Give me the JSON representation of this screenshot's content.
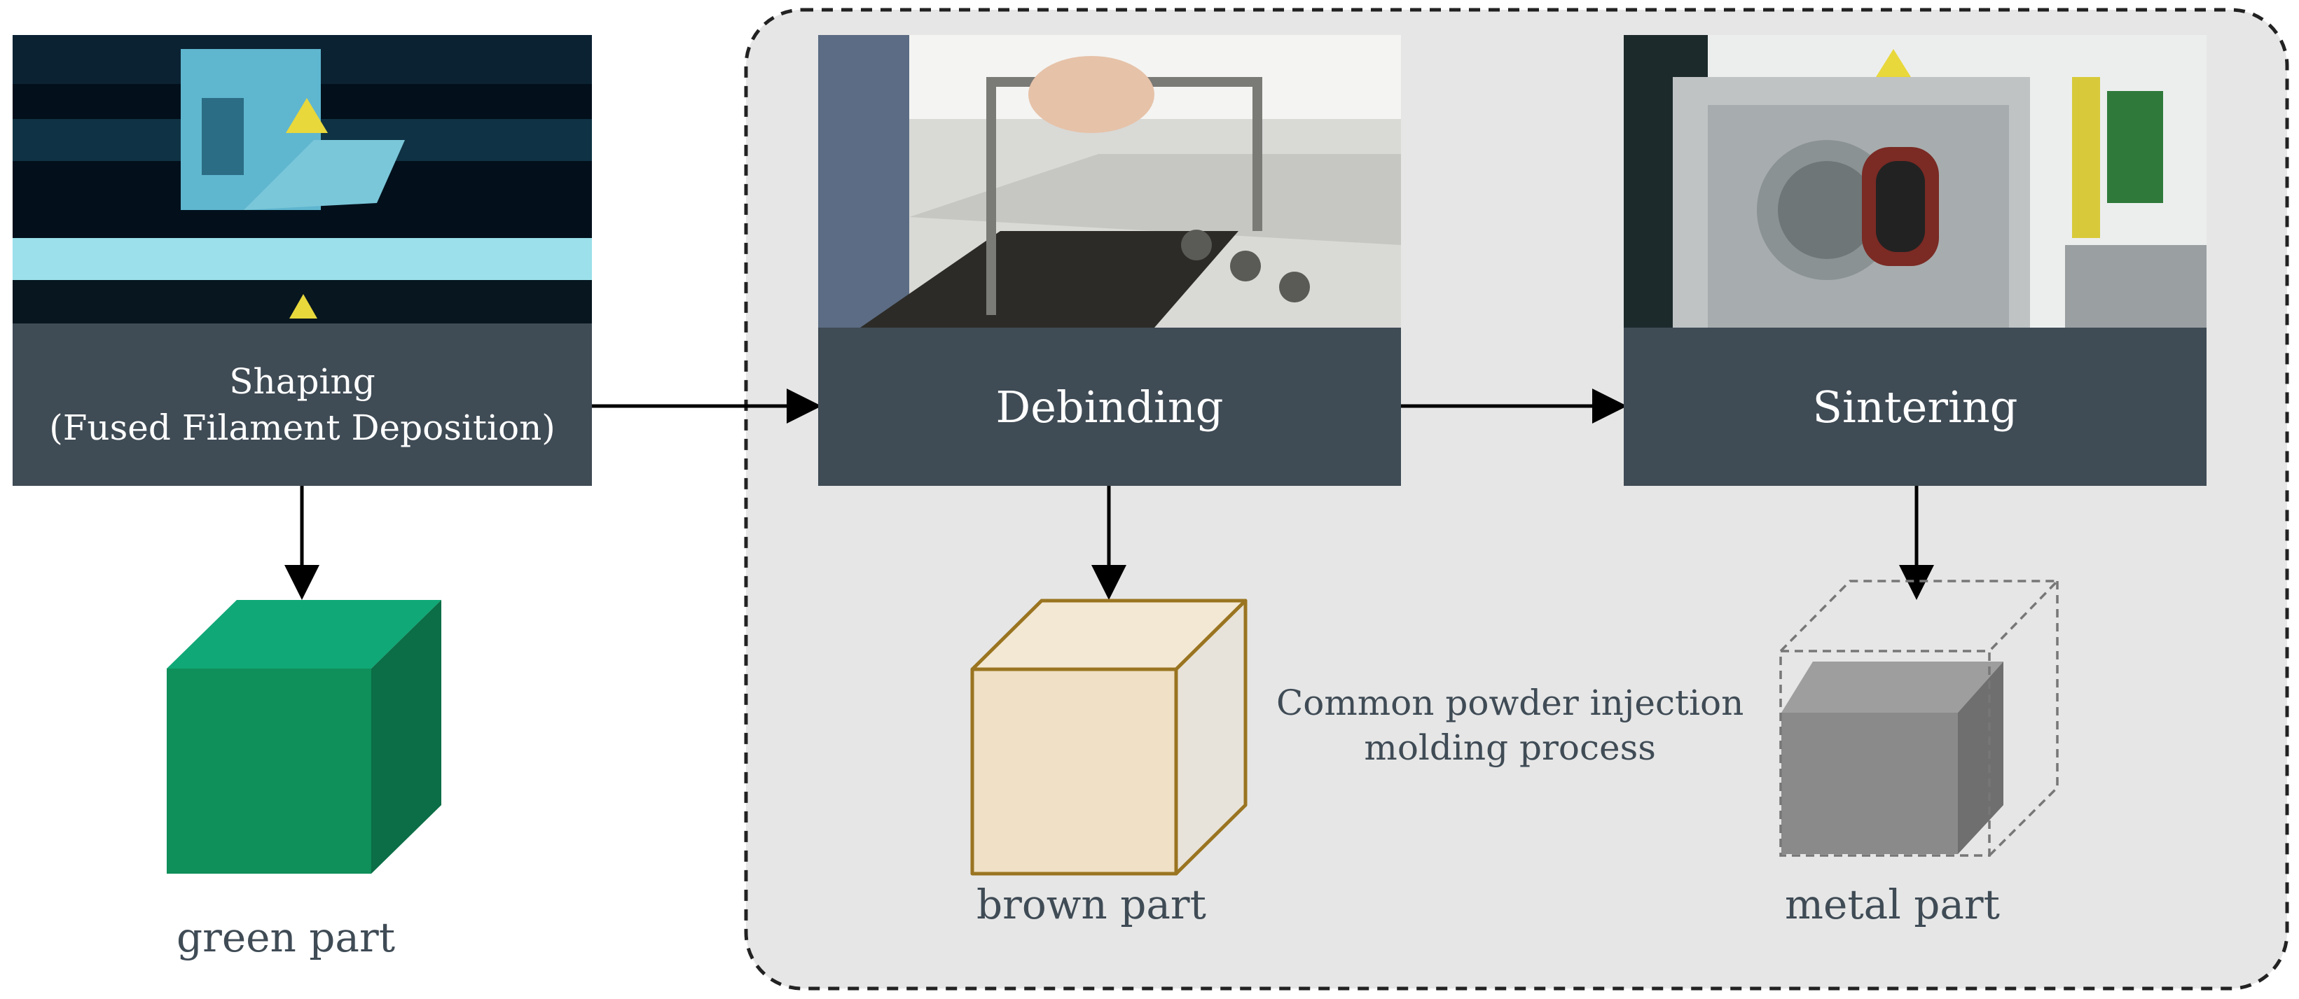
{
  "steps": [
    {
      "id": "shaping",
      "line1": "Shaping",
      "line2": "(Fused Filament Deposition)"
    },
    {
      "id": "debinding",
      "line1": "Debinding"
    },
    {
      "id": "sintering",
      "line1": "Sintering"
    }
  ],
  "parts": {
    "green": "green part",
    "brown": "brown part",
    "metal": "metal part"
  },
  "note": {
    "line1": "Common powder injection",
    "line2": "molding process"
  },
  "colors": {
    "label_box": "#3f4b55",
    "text": "#3f4b55",
    "panel_fill": "#e6e6e6",
    "green_part": "#0f8f5a",
    "brown_part": "#efe0c6",
    "brown_edge": "#9a7420",
    "metal_part": "#8a8a8a"
  }
}
